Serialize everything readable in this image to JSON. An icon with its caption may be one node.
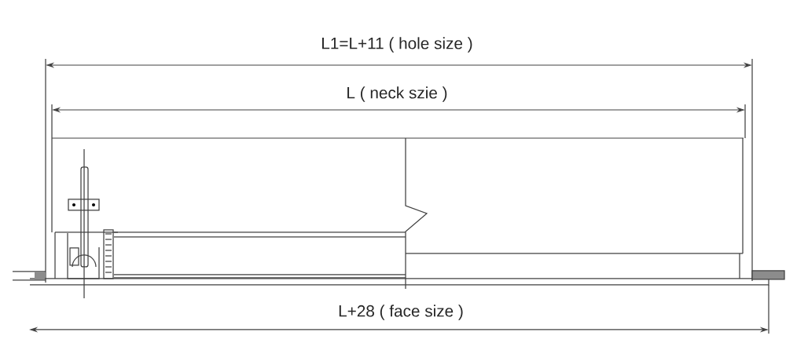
{
  "diagram": {
    "labels": [
      "L1=L+11 ( hole size )",
      "L ( neck szie )",
      "L+28 ( face size )"
    ]
  }
}
